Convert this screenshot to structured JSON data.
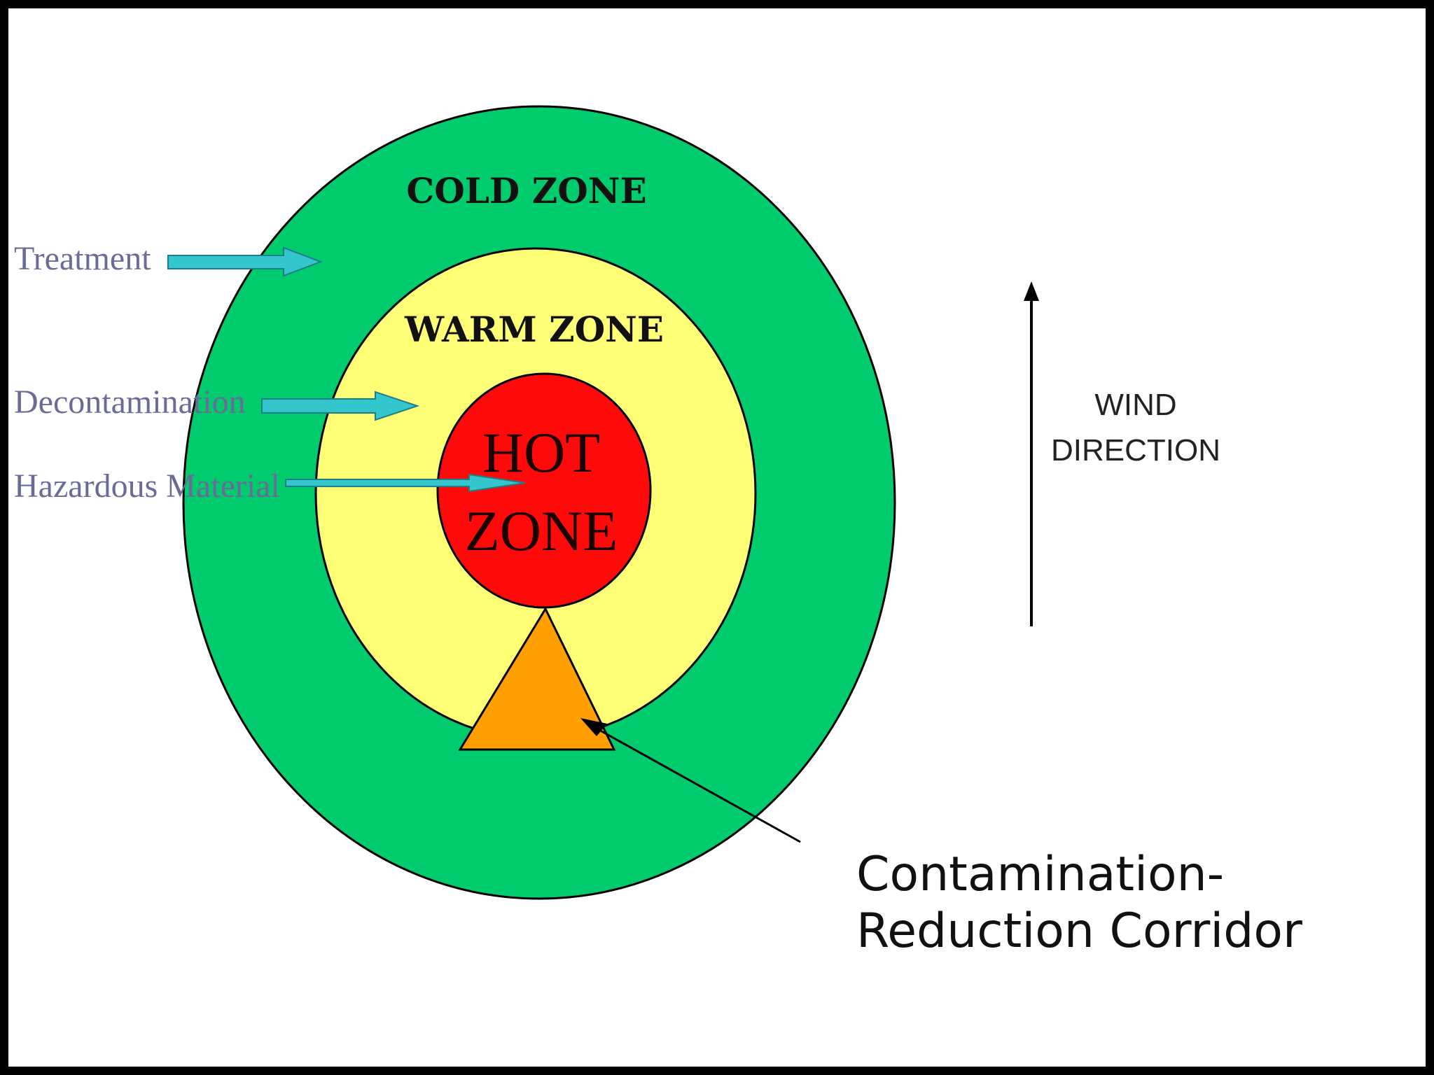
{
  "zones": {
    "cold": {
      "label": "COLD ZONE",
      "color": "#00cc6e"
    },
    "warm": {
      "label": "WARM ZONE",
      "color": "#ffff77"
    },
    "hot": {
      "line1": "HOT",
      "line2": "ZONE",
      "color": "#ff0a0a"
    },
    "corridor": {
      "color": "#ffa000"
    }
  },
  "labels": {
    "treatment": "Treatment",
    "decontamination": "Decontamination",
    "hazardous": "Hazardous Material",
    "color": "#6b6b9a"
  },
  "pointer_arrow_color": "#33c6cc",
  "wind": {
    "line1": "WIND",
    "line2": "DIRECTION"
  },
  "corridor_callout": {
    "line1": "Contamination-",
    "line2": "Reduction Corridor"
  },
  "colors": {
    "frame": "#000000",
    "canvas": "#ffffff"
  }
}
